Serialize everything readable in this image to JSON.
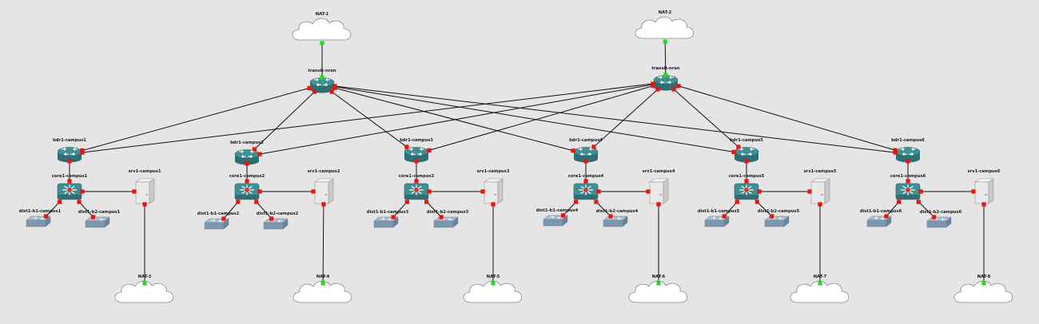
{
  "topology": {
    "nodes": [
      {
        "id": "nat1",
        "type": "cloud",
        "label": "NAT-1"
      },
      {
        "id": "nat2",
        "type": "cloud",
        "label": "NAT-2"
      },
      {
        "id": "tr1",
        "type": "router",
        "label": "transit-nren"
      },
      {
        "id": "tr2",
        "type": "router",
        "label": "transit-nren"
      },
      {
        "id": "bdr1",
        "type": "router",
        "label": "bdr1-campus1"
      },
      {
        "id": "core1",
        "type": "l3switch",
        "label": "core1-campus1"
      },
      {
        "id": "srv1",
        "type": "server",
        "label": "srv1-campus1"
      },
      {
        "id": "d1a",
        "type": "switch",
        "label": "dist1-b1-campus1"
      },
      {
        "id": "d1b",
        "type": "switch",
        "label": "dist1-b2-campus1"
      },
      {
        "id": "nat3",
        "type": "cloud",
        "label": "NAT-3"
      },
      {
        "id": "bdr2",
        "type": "router",
        "label": "bdr1-campus2"
      },
      {
        "id": "core2",
        "type": "l3switch",
        "label": "core1-campus2"
      },
      {
        "id": "srv2",
        "type": "server",
        "label": "srv1-campus2"
      },
      {
        "id": "d2a",
        "type": "switch",
        "label": "dist1-b1-campus2"
      },
      {
        "id": "d2b",
        "type": "switch",
        "label": "dist1-b2-campus2"
      },
      {
        "id": "nat4",
        "type": "cloud",
        "label": "NAT-4"
      },
      {
        "id": "bdr3",
        "type": "router",
        "label": "bdr1-campus3"
      },
      {
        "id": "core3",
        "type": "l3switch",
        "label": "core1-campus3"
      },
      {
        "id": "srv3",
        "type": "server",
        "label": "srv1-campus3"
      },
      {
        "id": "d3a",
        "type": "switch",
        "label": "dist1-b1-campus3"
      },
      {
        "id": "d3b",
        "type": "switch",
        "label": "dist1-b2-campus3"
      },
      {
        "id": "nat5",
        "type": "cloud",
        "label": "NAT-5"
      },
      {
        "id": "bdr4",
        "type": "router",
        "label": "bdr1-campus4"
      },
      {
        "id": "core4",
        "type": "l3switch",
        "label": "core1-campus4"
      },
      {
        "id": "srv4",
        "type": "server",
        "label": "srv1-campus4"
      },
      {
        "id": "d4a",
        "type": "switch",
        "label": "dist1-b1-campus4"
      },
      {
        "id": "d4b",
        "type": "switch",
        "label": "dist1-b2-campus4"
      },
      {
        "id": "nat6",
        "type": "cloud",
        "label": "NAT-6"
      },
      {
        "id": "bdr5",
        "type": "router",
        "label": "bdr1-campus5"
      },
      {
        "id": "core5",
        "type": "l3switch",
        "label": "core1-campus5"
      },
      {
        "id": "srv5",
        "type": "server",
        "label": "srv1-campus5"
      },
      {
        "id": "d5a",
        "type": "switch",
        "label": "dist1-b1-campus5"
      },
      {
        "id": "d5b",
        "type": "switch",
        "label": "dist1-b2-campus5"
      },
      {
        "id": "nat7",
        "type": "cloud",
        "label": "NAT-7"
      },
      {
        "id": "bdr6",
        "type": "router",
        "label": "bdr1-campus6"
      },
      {
        "id": "core6",
        "type": "l3switch",
        "label": "core1-campus6"
      },
      {
        "id": "srv6",
        "type": "server",
        "label": "srv1-campus6"
      },
      {
        "id": "d6a",
        "type": "switch",
        "label": "dist1-b1-campus6"
      },
      {
        "id": "d6b",
        "type": "switch",
        "label": "dist1-b2-campus6"
      },
      {
        "id": "nat8",
        "type": "cloud",
        "label": "NAT-8"
      }
    ],
    "links": [
      {
        "a": "nat1",
        "b": "tr1",
        "status": "up"
      },
      {
        "a": "nat2",
        "b": "tr2",
        "status": "up"
      },
      {
        "a": "tr1",
        "b": "bdr1",
        "status": "down"
      },
      {
        "a": "tr1",
        "b": "bdr2",
        "status": "down"
      },
      {
        "a": "tr1",
        "b": "bdr3",
        "status": "down"
      },
      {
        "a": "tr1",
        "b": "bdr4",
        "status": "down"
      },
      {
        "a": "tr1",
        "b": "bdr5",
        "status": "down"
      },
      {
        "a": "tr1",
        "b": "bdr6",
        "status": "down"
      },
      {
        "a": "tr2",
        "b": "bdr1",
        "status": "down"
      },
      {
        "a": "tr2",
        "b": "bdr2",
        "status": "down"
      },
      {
        "a": "tr2",
        "b": "bdr3",
        "status": "down"
      },
      {
        "a": "tr2",
        "b": "bdr4",
        "status": "down"
      },
      {
        "a": "tr2",
        "b": "bdr5",
        "status": "down"
      },
      {
        "a": "tr2",
        "b": "bdr6",
        "status": "down"
      },
      {
        "a": "bdr1",
        "b": "core1",
        "status": "down"
      },
      {
        "a": "core1",
        "b": "srv1",
        "status": "down"
      },
      {
        "a": "core1",
        "b": "d1a",
        "status": "down"
      },
      {
        "a": "core1",
        "b": "d1b",
        "status": "down"
      },
      {
        "a": "srv1",
        "b": "nat3",
        "status": "mixed"
      },
      {
        "a": "bdr2",
        "b": "core2",
        "status": "down"
      },
      {
        "a": "core2",
        "b": "srv2",
        "status": "down"
      },
      {
        "a": "core2",
        "b": "d2a",
        "status": "down"
      },
      {
        "a": "core2",
        "b": "d2b",
        "status": "down"
      },
      {
        "a": "srv2",
        "b": "nat4",
        "status": "mixed"
      },
      {
        "a": "bdr3",
        "b": "core3",
        "status": "down"
      },
      {
        "a": "core3",
        "b": "srv3",
        "status": "down"
      },
      {
        "a": "core3",
        "b": "d3a",
        "status": "down"
      },
      {
        "a": "core3",
        "b": "d3b",
        "status": "down"
      },
      {
        "a": "srv3",
        "b": "nat5",
        "status": "mixed"
      },
      {
        "a": "bdr4",
        "b": "core4",
        "status": "down"
      },
      {
        "a": "core4",
        "b": "srv4",
        "status": "down"
      },
      {
        "a": "core4",
        "b": "d4a",
        "status": "down"
      },
      {
        "a": "core4",
        "b": "d4b",
        "status": "down"
      },
      {
        "a": "srv4",
        "b": "nat6",
        "status": "mixed"
      },
      {
        "a": "bdr5",
        "b": "core5",
        "status": "down"
      },
      {
        "a": "core5",
        "b": "srv5",
        "status": "down"
      },
      {
        "a": "core5",
        "b": "d5a",
        "status": "down"
      },
      {
        "a": "core5",
        "b": "d5b",
        "status": "down"
      },
      {
        "a": "srv5",
        "b": "nat7",
        "status": "mixed"
      },
      {
        "a": "bdr6",
        "b": "core6",
        "status": "down"
      },
      {
        "a": "core6",
        "b": "srv6",
        "status": "down"
      },
      {
        "a": "core6",
        "b": "d6a",
        "status": "down"
      },
      {
        "a": "core6",
        "b": "d6b",
        "status": "down"
      },
      {
        "a": "srv6",
        "b": "nat8",
        "status": "mixed"
      }
    ]
  },
  "colors": {
    "background": "#e5e5e5",
    "link": "#111111",
    "port_up": "#22dd22",
    "port_down": "#ee1111",
    "device_teal": "#3f8f93",
    "device_teal_dark": "#2f6e72",
    "switch_blue": "#7f97ad"
  }
}
